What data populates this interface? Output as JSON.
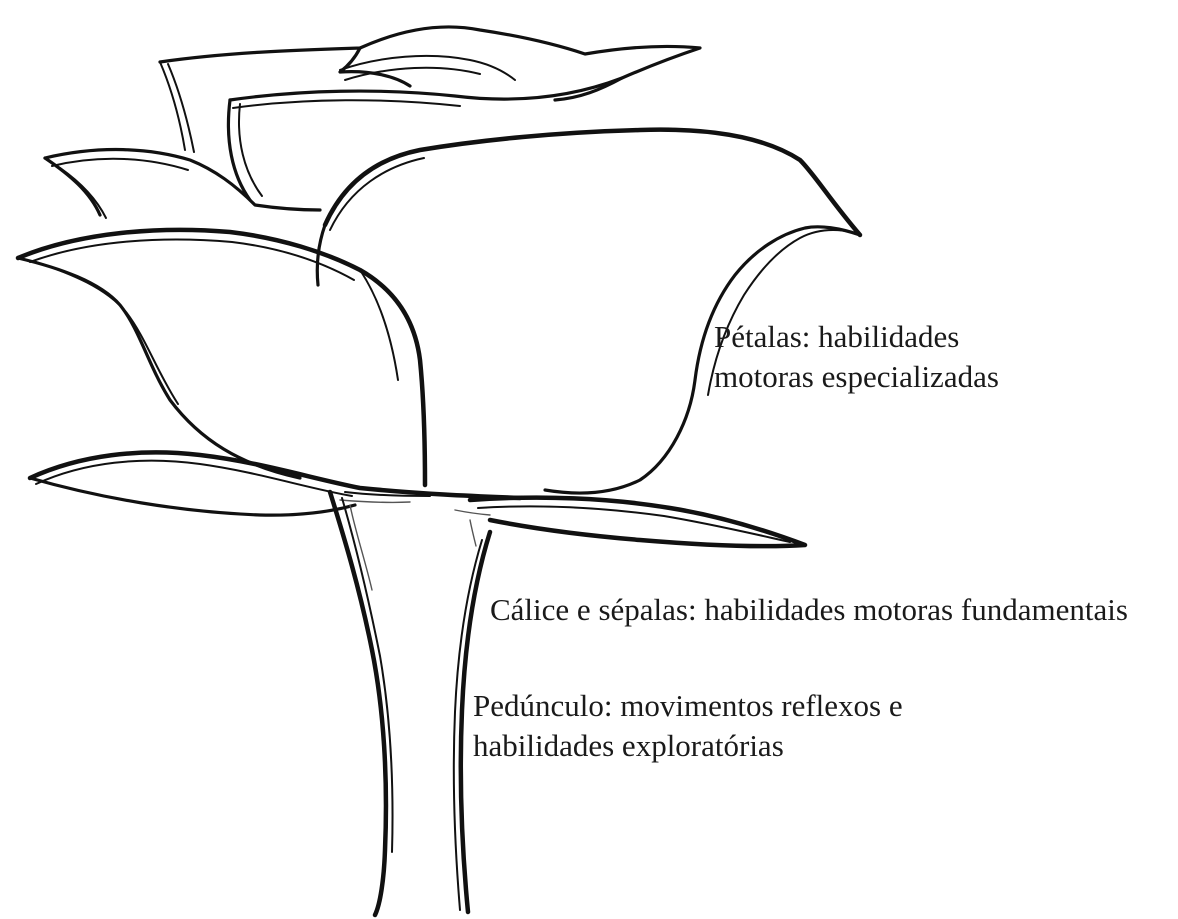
{
  "labels": {
    "petals": {
      "line1": "Pétalas: habilidades",
      "line2": "motoras especializadas"
    },
    "calyx": {
      "line1": "Cálice e sépalas: habilidades motoras fundamentais"
    },
    "peduncle": {
      "line1": "Pedúnculo: movimentos reflexos e",
      "line2": "habilidades exploratórias"
    }
  },
  "colors": {
    "background": "#ffffff",
    "ink": "#111111",
    "text": "#1a1a1a"
  }
}
